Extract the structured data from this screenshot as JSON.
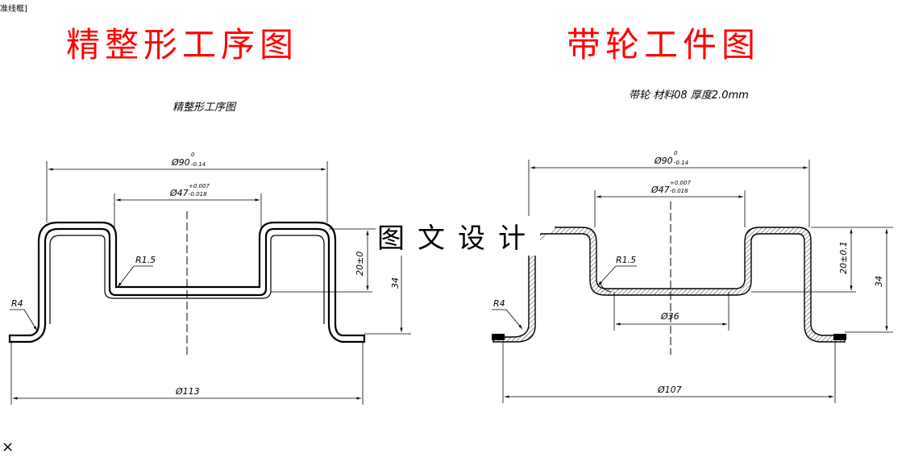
{
  "corner_tag": "准线框]",
  "left_panel": {
    "title": "精整形工序图",
    "subtitle": "精整形工序图",
    "dims": {
      "d90": "Ø90",
      "d90_upper": "0",
      "d90_lower": "-0.14",
      "d47": "Ø47",
      "d47_upper": "+0.007",
      "d47_lower": "-0.018",
      "r15": "R1.5",
      "r4": "R4",
      "h20": "20±0",
      "h34": "34",
      "d113": "Ø113"
    }
  },
  "right_panel": {
    "title": "带轮工件图",
    "subtitle": "带轮    材料08  厚度2.0mm",
    "dims": {
      "d90": "Ø90",
      "d90_upper": "0",
      "d90_lower": "-0.14",
      "d47": "Ø47",
      "d47_upper": "+0.007",
      "d47_lower": "-0.018",
      "r15": "R1.5",
      "r4": "R4",
      "h20": "20±0.1",
      "h34": "34",
      "d36": "Ø36",
      "d107": "Ø107"
    }
  },
  "watermark": "图文设计",
  "close_glyph": "×"
}
